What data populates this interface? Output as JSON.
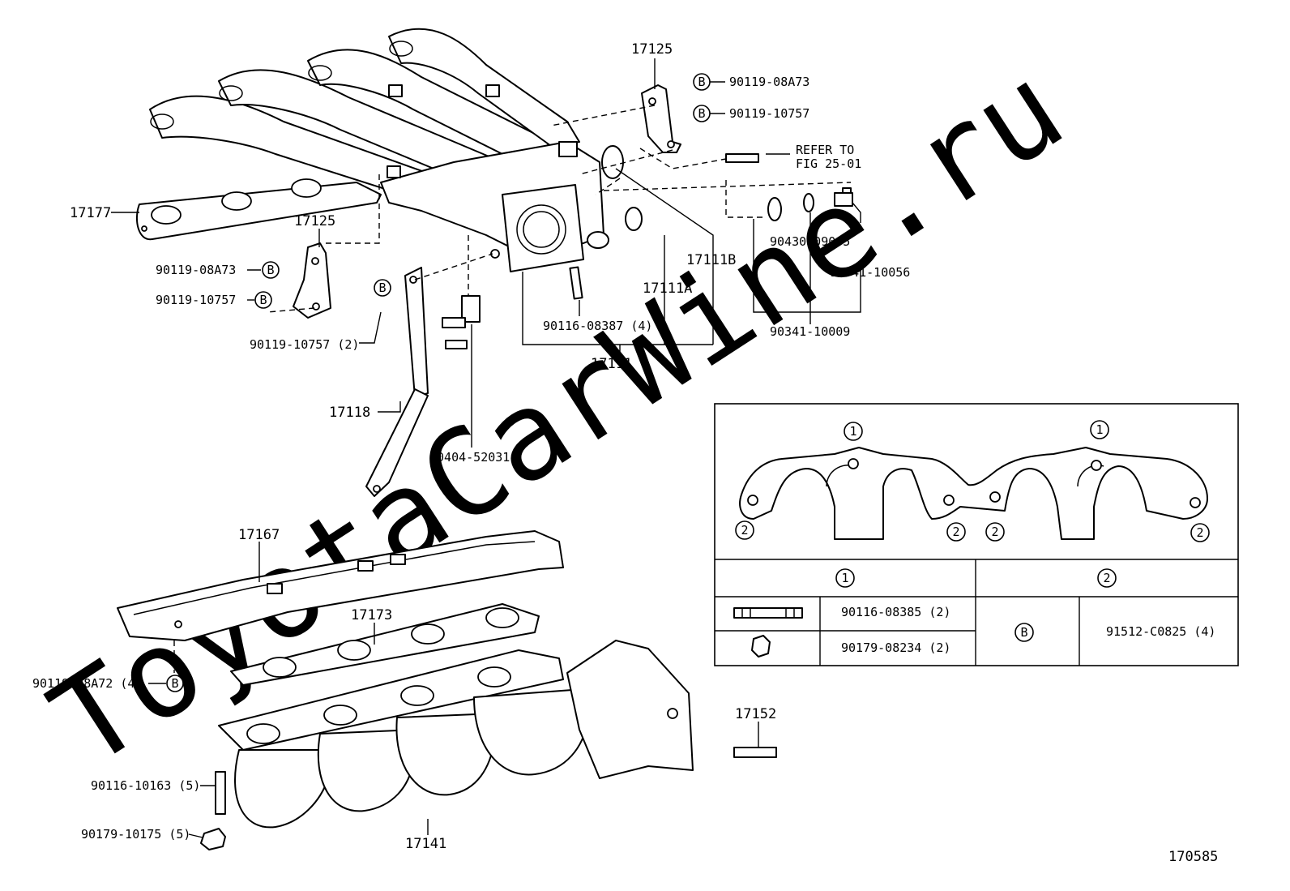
{
  "watermark": "ToyotaCarWine.ru",
  "figure_id": "170585",
  "marker_b": "B",
  "marker_1": "1",
  "marker_2": "2",
  "refer": {
    "line1": "REFER TO",
    "line2": "FIG 25-01"
  },
  "labels": {
    "p17125_top": "17125",
    "p90119_08A73_top": "90119-08A73",
    "p90119_10757_top": "90119-10757",
    "p17177": "17177",
    "p17125_left": "17125",
    "p90119_08A73_left": "90119-08A73",
    "p90119_10757_left": "90119-10757",
    "p90119_10757_2": "90119-10757 (2)",
    "p17111B": "17111B",
    "p17111A": "17111A",
    "p90430_09005": "90430-09005",
    "p90341_10056": "90341-10056",
    "p90341_10009": "90341-10009",
    "p90116_08387_4": "90116-08387 (4)",
    "p17111": "17111",
    "p17118": "17118",
    "p90404_52031": "90404-52031",
    "p17167": "17167",
    "p17173": "17173",
    "p90119_08A72_4": "90119-08A72 (4)",
    "p17152": "17152",
    "p90116_10163_5": "90116-10163 (5)",
    "p90179_10175_5": "90179-10175 (5)",
    "p17141": "17141"
  },
  "table": {
    "col1_header": "1",
    "col2_header": "2",
    "row1_part": "90116-08385 (2)",
    "row2_part": "90179-08234 (2)",
    "col2_marker": "B",
    "col2_part": "91512-C0825 (4)"
  }
}
